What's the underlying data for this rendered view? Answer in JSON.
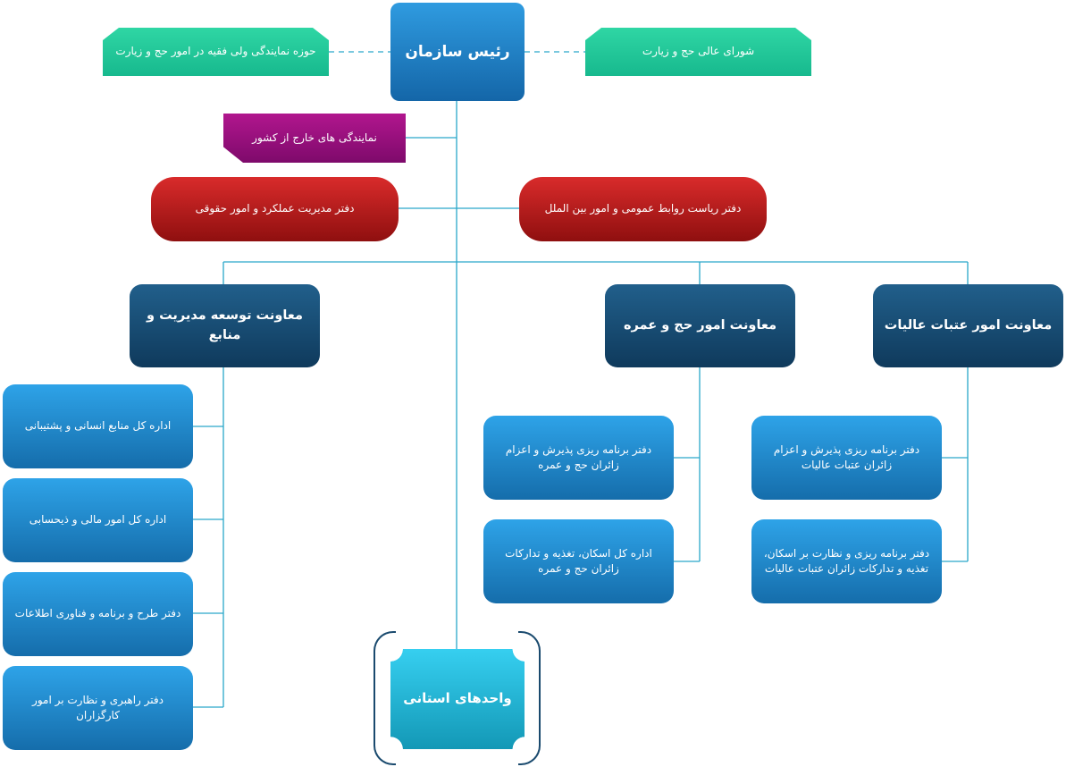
{
  "president": "رئیس سازمان",
  "left_council": "حوزه نمایندگی ولی فقیه در امور حج و زیارت",
  "right_council": "شورای عالی حج و زیارت",
  "foreign_offices": "نمایندگی های خارج از کشور",
  "performance_office": "دفتر مدیریت عملکرد و امور حقوقی",
  "public_relations_office": "دفتر ریاست روابط عمومی و امور بین الملل",
  "deputies": {
    "management": "معاونت توسعه مدیریت و منابع",
    "hajj": "معاونت امور حج و عمره",
    "atabat": "معاونت امور عتبات عالیات"
  },
  "management_units": [
    "اداره کل منابع انسانی و پشتیبانی",
    "اداره کل امور مالی و ذیحسابی",
    "دفتر طرح و برنامه و فناوری اطلاعات",
    "دفتر راهبری و نظارت بر امور کارگزاران"
  ],
  "hajj_units": [
    "دفتر برنامه ریزی پذیرش و اعزام زائران حج و عمره",
    "اداره کل اسکان، تغذیه و تدارکات زائران حج و عمره"
  ],
  "atabat_units": [
    "دفتر برنامه ریزی پذیرش و اعزام زائران عتبات عالیات",
    "دفتر برنامه ریزی و نظارت بر اسکان، تغذیه و تدارکات زائران عتبات عالیات"
  ],
  "provincial_units": "واحدهای استانی",
  "colors": {
    "connector": "#2aa7c9",
    "head": "#1f7fc4",
    "navy": "#174a72",
    "green": "#1fc89a",
    "red": "#c01f1f",
    "purple": "#9a0f7e",
    "cyan": "#22b6d6"
  }
}
